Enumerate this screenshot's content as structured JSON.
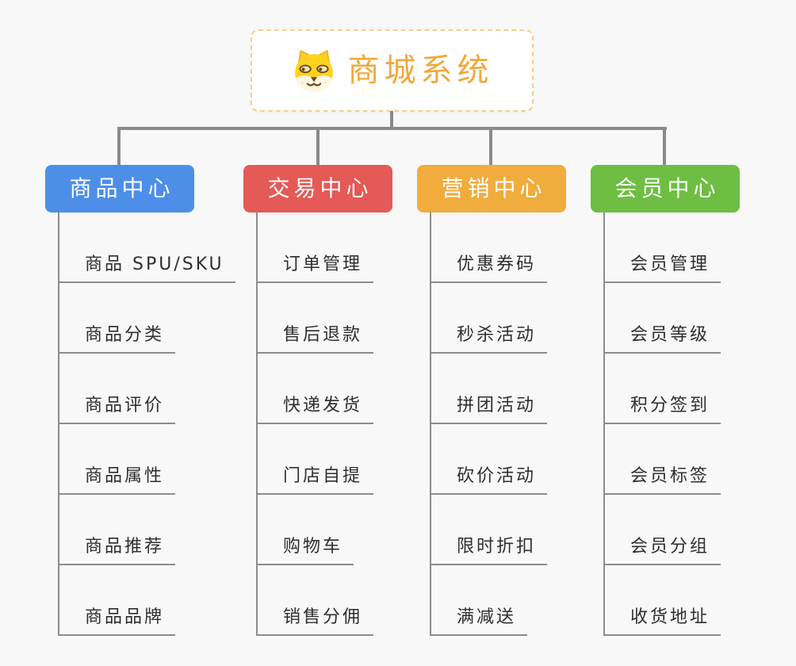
{
  "root": {
    "title": "商城系统",
    "icon": "shiba-dog-icon",
    "title_color": "#f1a83b",
    "border_color": "#f6cd8c"
  },
  "connector_color": "#8a8a8a",
  "branches": [
    {
      "label": "商品中心",
      "color": "#4d8fe8",
      "children": [
        "商品 SPU/SKU",
        "商品分类",
        "商品评价",
        "商品属性",
        "商品推荐",
        "商品品牌"
      ]
    },
    {
      "label": "交易中心",
      "color": "#e55956",
      "children": [
        "订单管理",
        "售后退款",
        "快递发货",
        "门店自提",
        "购物车",
        "销售分佣"
      ]
    },
    {
      "label": "营销中心",
      "color": "#f0ac3c",
      "children": [
        "优惠券码",
        "秒杀活动",
        "拼团活动",
        "砍价活动",
        "限时折扣",
        "满减送"
      ]
    },
    {
      "label": "会员中心",
      "color": "#6dbe42",
      "children": [
        "会员管理",
        "会员等级",
        "积分签到",
        "会员标签",
        "会员分组",
        "收货地址"
      ]
    }
  ]
}
